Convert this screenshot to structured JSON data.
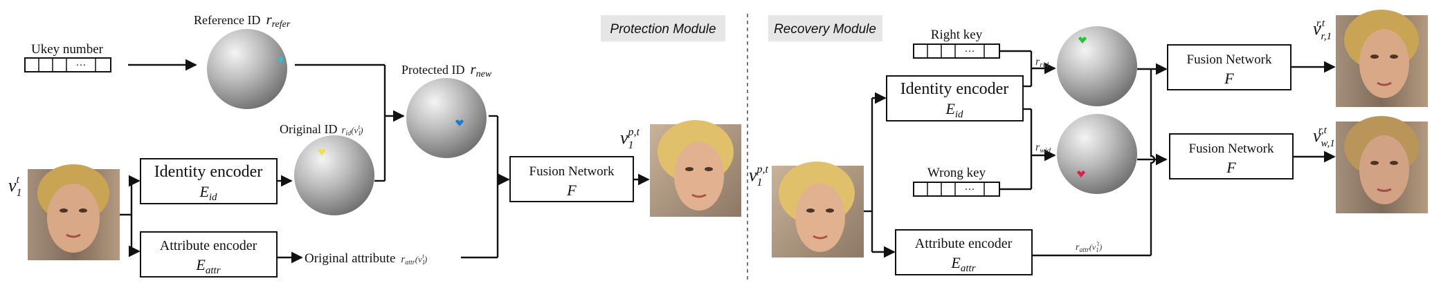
{
  "colors": {
    "line": "#111111",
    "sphere_light": "#eeeeee",
    "sphere_dark": "#7a7a7a",
    "module_label_bg": "#e6e6e6",
    "marker_reference": "#1ec8d8",
    "marker_original": "#f2e04a",
    "marker_protected": "#1a7ad8",
    "marker_right": "#22c43a",
    "marker_wrong": "#d8204a",
    "face_tone": "#d9a887",
    "face_hair": "#c9a455",
    "face_bg": "#8a7a6a"
  },
  "icons": [
    "face-image",
    "feature-sphere",
    "key-array",
    "arrow"
  ],
  "protection": {
    "module_label": "Protection Module",
    "ukey_label": "Ukey number",
    "key_dots": "···",
    "reference_id_label": "Reference ID",
    "reference_id_symbol": "r",
    "reference_id_sub": "refer",
    "original_id_label": "Original ID",
    "original_id_symbol": "r",
    "original_id_sub": "id",
    "original_id_arg": "(v",
    "original_id_arg_sub": "1",
    "original_id_arg_sup": "t",
    "original_id_arg_close": ")",
    "protected_id_label": "Protected ID",
    "protected_id_symbol": "r",
    "protected_id_sub": "new",
    "input_symbol": "v",
    "input_sub": "1",
    "input_sup": "t",
    "identity_encoder_title": "Identity encoder",
    "identity_encoder_symbol": "E",
    "identity_encoder_sub": "id",
    "attribute_encoder_title": "Attribute encoder",
    "attribute_encoder_symbol": "E",
    "attribute_encoder_sub": "attr",
    "original_attribute_label": "Original attribute",
    "attr_symbol": "r",
    "attr_sub": "attr",
    "attr_arg": "(v",
    "attr_arg_sub": "1",
    "attr_arg_sup": "t",
    "attr_arg_close": ")",
    "fusion_title": "Fusion Network",
    "fusion_symbol": "F",
    "output_symbol": "v",
    "output_sub": "1",
    "output_sup": "p,t"
  },
  "recovery": {
    "module_label": "Recovery Module",
    "right_key_label": "Right key",
    "wrong_key_label": "Wrong key",
    "key_dots": "···",
    "input_symbol": "v",
    "input_sub": "1",
    "input_sup": "p,t",
    "identity_encoder_title": "Identity encoder",
    "identity_encoder_symbol": "E",
    "identity_encoder_sub": "id",
    "attribute_encoder_title": "Attribute encoder",
    "attribute_encoder_symbol": "E",
    "attribute_encoder_sub": "attr",
    "rrid_symbol": "r",
    "rrid_sub": "rid",
    "rwid_symbol": "r",
    "rwid_sub": "wid",
    "attr_symbol": "r",
    "attr_sub": "attr",
    "attr_arg": "(v",
    "attr_arg_sub": "1",
    "attr_arg_sup": "′t",
    "attr_arg_close": ")",
    "fusion_top_title": "Fusion Network",
    "fusion_top_symbol": "F",
    "fusion_bottom_title": "Fusion Network",
    "fusion_bottom_symbol": "F",
    "output_right_symbol": "v",
    "output_right_sub": "r,1",
    "output_right_sup": "r,t",
    "output_wrong_symbol": "v",
    "output_wrong_sub": "w,1",
    "output_wrong_sup": "r,t"
  }
}
